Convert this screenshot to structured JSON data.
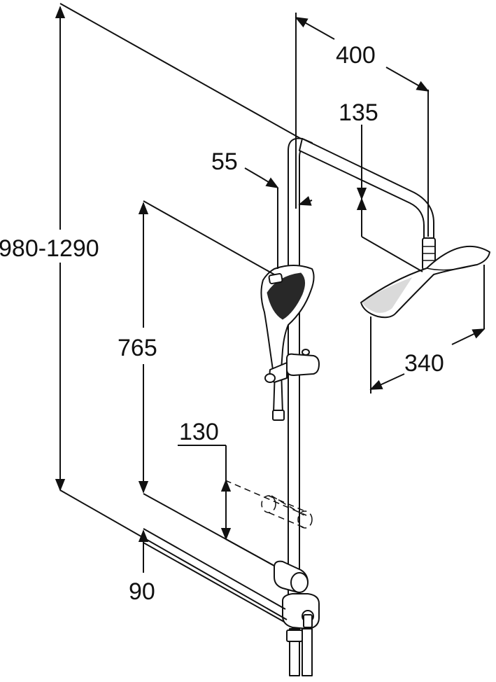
{
  "dimensions": {
    "total_height": "980-1290",
    "top_arm_reach": "400",
    "head_drop": "135",
    "handshower_offset": "55",
    "handshower_height": "765",
    "holder_height": "130",
    "mixer_offset": "90",
    "head_width": "340"
  },
  "colors": {
    "line": "#111111",
    "background": "#ffffff"
  }
}
